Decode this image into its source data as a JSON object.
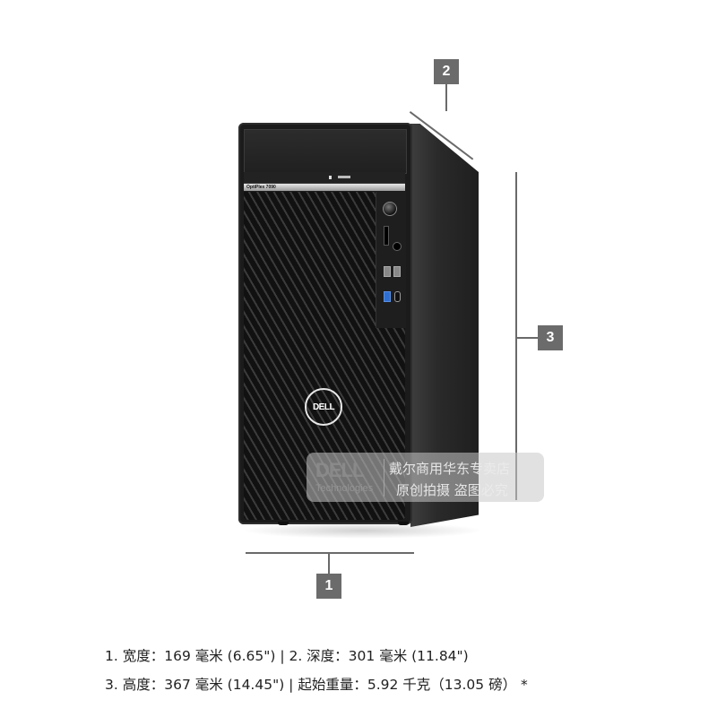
{
  "product": {
    "model_label": "OptiPlex 7090",
    "brand_logo": "DELL"
  },
  "dimension_markers": [
    {
      "number": "1",
      "dimension": "width"
    },
    {
      "number": "2",
      "dimension": "depth"
    },
    {
      "number": "3",
      "dimension": "height"
    }
  ],
  "watermark": {
    "brand": "DELL",
    "sub": "Technologies",
    "line1": "戴尔商用华东专卖店",
    "line2": "原创拍摄 盗图必究"
  },
  "specs": {
    "line1": "1. 宽度：169 毫米 (6.65\") | 2. 深度：301 毫米 (11.84\")",
    "line2": "3. 高度：367 毫米 (14.45\") | 起始重量：5.92 千克（13.05 磅） *"
  },
  "colors": {
    "marker_bg": "#6b6b6b",
    "chassis": "#1b1b1b",
    "usb_accent": "#2f6ecf"
  }
}
